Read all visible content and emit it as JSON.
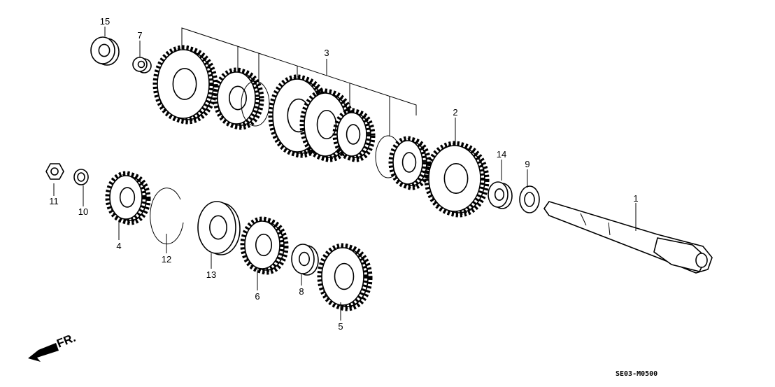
{
  "diagram": {
    "callouts": [
      "1",
      "2",
      "3",
      "4",
      "5",
      "6",
      "7",
      "8",
      "9",
      "10",
      "11",
      "12",
      "13",
      "14",
      "15"
    ],
    "front_marker": "FR.",
    "diagram_code": "SE03-M0500"
  }
}
